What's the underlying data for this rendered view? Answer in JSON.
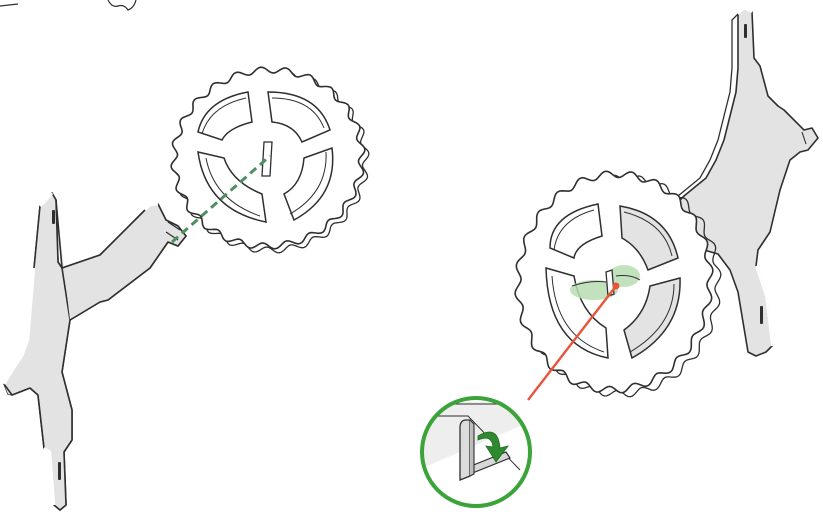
{
  "figure": {
    "type": "assembly-instruction-illustration",
    "background_color": "#ffffff",
    "panel_fill": "#e3e3e3",
    "face_fill": "#ffffff",
    "outline_color": "#2f2f2f",
    "guide_line_color": "#4e8f62",
    "pointer_color": "#e8553a",
    "highlight_color": "#b7ddb1",
    "callout_ring_color": "#3aa33a",
    "callout_arrow_color": "#2f8a2f"
  },
  "steps": [
    {
      "id": "step-1",
      "parts": [
        "cross-support-panel",
        "gear-wheel"
      ],
      "guide": "insert-slot-dashed-line"
    },
    {
      "id": "step-2",
      "parts": [
        "cross-support-panel",
        "gear-wheel"
      ],
      "callout": {
        "icon": "rotate-tab-icon",
        "action": "twist-lock-tab"
      }
    }
  ]
}
